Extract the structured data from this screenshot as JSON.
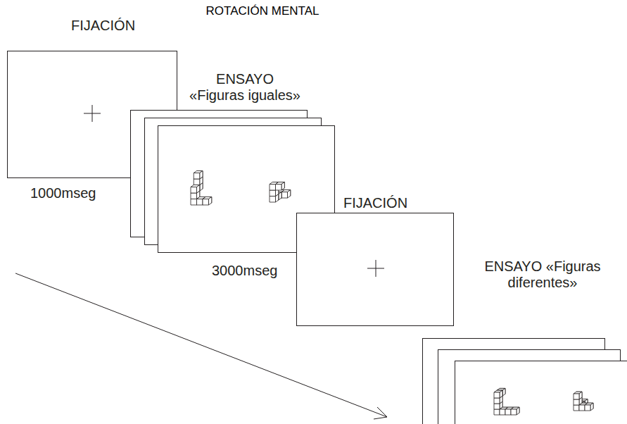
{
  "diagram": {
    "title": "ROTACIÓN MENTAL",
    "nodes": [
      {
        "text": [
          "FIJACIÓN",
          "1000mseg"
        ]
      },
      {
        "text": [
          "ENSAYO «Figuras iguales»",
          "3000mseg"
        ]
      },
      {
        "text": [
          "FIJACIÓN"
        ]
      },
      {
        "text": [
          "ENSAYO «Figuras diferentes»"
        ]
      }
    ]
  }
}
